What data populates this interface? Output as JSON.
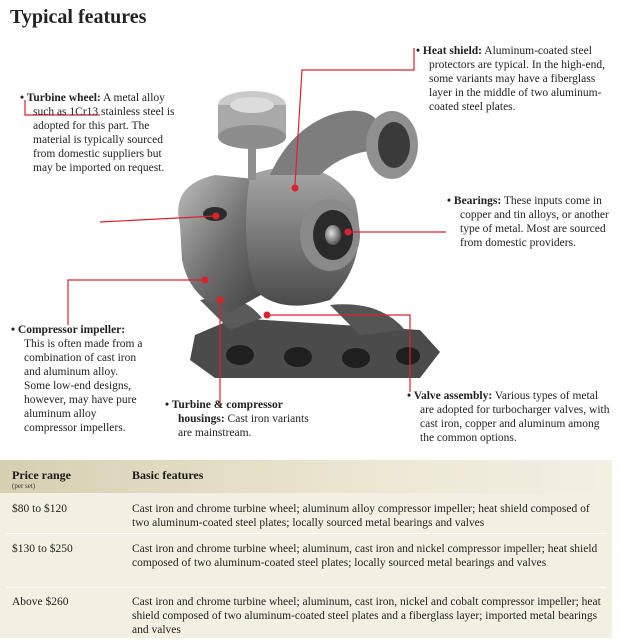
{
  "title": "Typical features",
  "callouts": {
    "heat_shield": {
      "head": "Heat shield:",
      "text": "Aluminum-coated steel protectors are typical. In the high-end, some variants may have a fiberglass layer in the middle of two aluminum-coated steel plates."
    },
    "turbine_wheel": {
      "head": "Turbine wheel:",
      "text": "A metal alloy such as 1Cr13 stainless steel is adopted for this part. The material is typically sourced from domestic suppliers but may be imported on request."
    },
    "bearings": {
      "head": "Bearings:",
      "text": "These inputs come in copper and tin alloys, or another type of metal. Most are sourced from domestic providers."
    },
    "compressor_impeller": {
      "head": "Compressor impeller:",
      "text": "This is often made from a combination of cast iron and aluminum alloy. Some low-end designs, however, may have pure aluminum alloy compressor impellers."
    },
    "housings": {
      "head": "Turbine & compressor housings:",
      "text": "Cast iron variants are mainstream."
    },
    "valve": {
      "head": "Valve assembly:",
      "text": "Various types of metal are adopted for turbocharger valves, with cast iron, copper and aluminum among the common options."
    }
  },
  "table": {
    "col_price": "Price range",
    "col_price_sub": "(per set)",
    "col_features": "Basic features",
    "rows": [
      {
        "price": "$80 to $120",
        "features": "Cast iron and chrome turbine wheel; aluminum alloy compressor impeller; heat shield composed of two aluminum-coated steel plates; locally sourced metal bearings and valves"
      },
      {
        "price": "$130 to $250",
        "features": "Cast iron and chrome turbine wheel; aluminum, cast iron and nickel compressor impeller; heat shield composed of two aluminum-coated steel plates; locally sourced metal bearings and valves"
      },
      {
        "price": "Above $260",
        "features": "Cast iron and chrome turbine wheel; aluminum, cast iron, nickel and cobalt compressor impeller; heat shield composed of two aluminum-coated steel plates and a fiberglass layer; imported metal bearings and valves"
      }
    ]
  },
  "colors": {
    "leader": "#d9232d",
    "metal_dark": "#3d3d3d",
    "metal_mid": "#7a7a7a",
    "metal_light": "#c4c4c4",
    "table_bg": "#f3f0e3",
    "table_head": "#d7cfb2"
  }
}
